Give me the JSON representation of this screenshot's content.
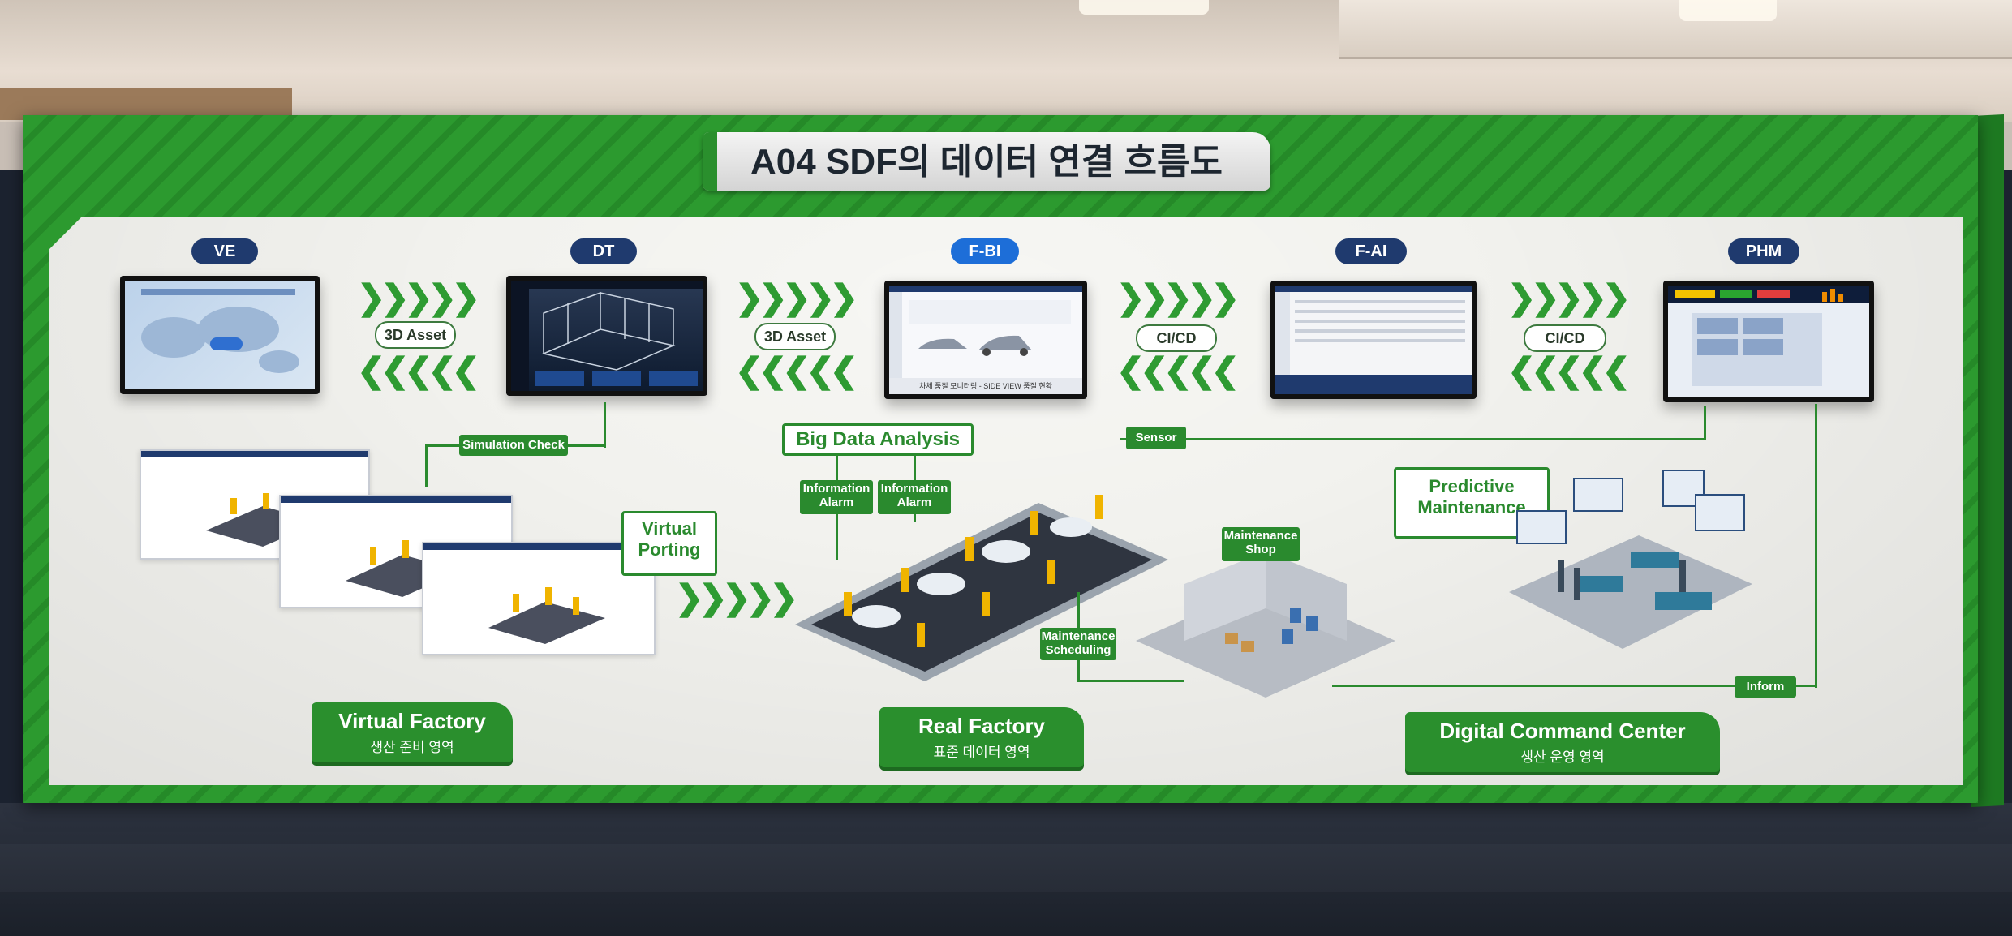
{
  "title": "A04 SDF의 데이터 연결 흐름도",
  "stages": [
    {
      "label": "VE"
    },
    {
      "label": "DT"
    },
    {
      "label": "F-BI"
    },
    {
      "label": "F-AI"
    },
    {
      "label": "PHM"
    }
  ],
  "connectors": [
    {
      "label": "3D Asset"
    },
    {
      "label": "3D Asset"
    },
    {
      "label": "CI/CD"
    },
    {
      "label": "CI/CD"
    }
  ],
  "flow_labels": {
    "simulation_check": "Simulation Check",
    "big_data": "Big Data Analysis",
    "info_alarm_1": "Information\nAlarm",
    "info_alarm_2": "Information\nAlarm",
    "sensor": "Sensor",
    "virtual_porting": "Virtual\nPorting",
    "maintenance_shop": "Maintenance\nShop",
    "maintenance_scheduling": "Maintenance\nScheduling",
    "predictive_maintenance": "Predictive\nMaintenance",
    "inform": "Inform"
  },
  "sections": [
    {
      "main": "Virtual Factory",
      "sub": "생산 준비 영역"
    },
    {
      "main": "Real Factory",
      "sub": "표준 데이터 영역"
    },
    {
      "main": "Digital Command Center",
      "sub": "생산 운영 영역"
    }
  ],
  "screens": {
    "fbi_caption": "차체 품질 모니터링 - SIDE VIEW 품질 현황"
  },
  "colors": {
    "board_green": "#2a8f2d",
    "pill_navy": "#1f3a6e",
    "pill_active": "#1d6ed8"
  }
}
